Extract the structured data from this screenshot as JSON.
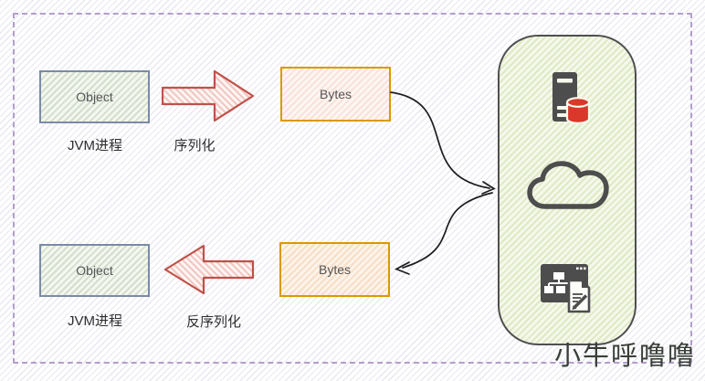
{
  "diagram": {
    "top_flow": {
      "object_label": "Object",
      "jvm_label": "JVM进程",
      "arrow_label": "序列化",
      "bytes_label": "Bytes"
    },
    "bottom_flow": {
      "object_label": "Object",
      "jvm_label": "JVM进程",
      "arrow_label": "反序列化",
      "bytes_label": "Bytes"
    },
    "target_icons": {
      "top": "server-database-icon",
      "middle": "cloud-icon",
      "bottom": "web-app-document-icon"
    },
    "watermark": "小牛呼噜噜",
    "colors": {
      "dashed_border": "#b49dcc",
      "object_border": "#7b8ba5",
      "object_fill": "#eaf0e4",
      "bytes_border": "#d79b00",
      "arrow_border": "#bf5149",
      "arrow_fill": "#fbeae7",
      "container_border": "#4f4f4f",
      "container_fill": "#edf3d8",
      "icon_gray": "#4d4d4d",
      "database_red": "#d9382a",
      "connector_black": "#1c1c1c"
    }
  }
}
